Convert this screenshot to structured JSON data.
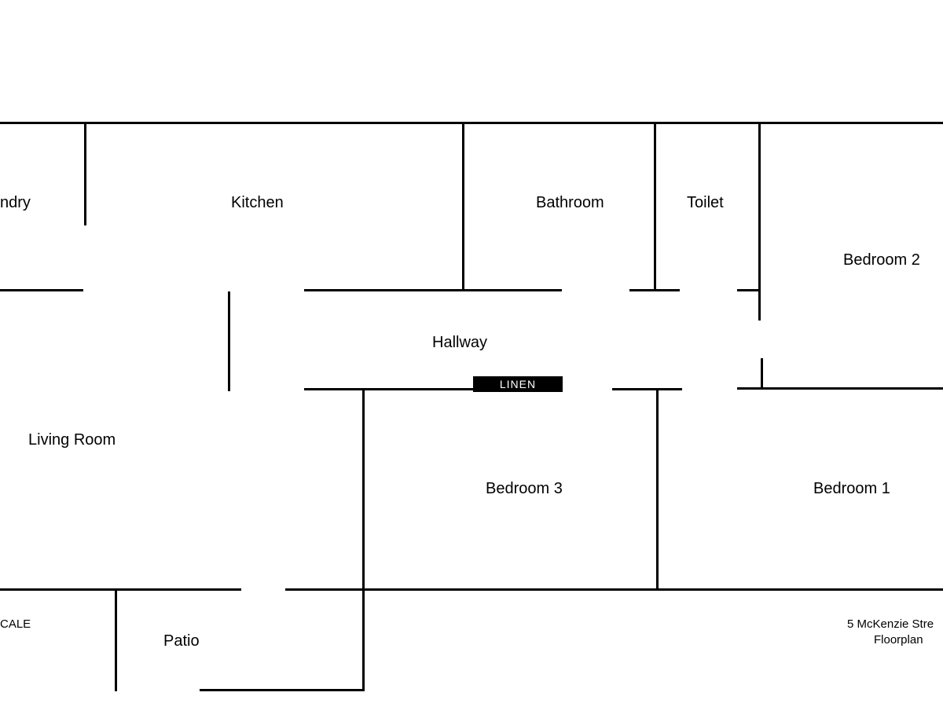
{
  "floorplan": {
    "rooms": {
      "laundry": "ndry",
      "kitchen": "Kitchen",
      "bathroom": "Bathroom",
      "toilet": "Toilet",
      "bedroom2": "Bedroom 2",
      "hallway": "Hallway",
      "living_room": "Living Room",
      "bedroom3": "Bedroom 3",
      "bedroom1": "Bedroom 1",
      "patio": "Patio"
    },
    "linen_label": "LINEN",
    "scale_note": "CALE",
    "address_line": "5 McKenzie Stre",
    "subtitle": "Floorplan"
  },
  "colors": {
    "wall": "#000000",
    "background": "#ffffff",
    "linen_fill": "#000000",
    "linen_text": "#ffffff"
  }
}
